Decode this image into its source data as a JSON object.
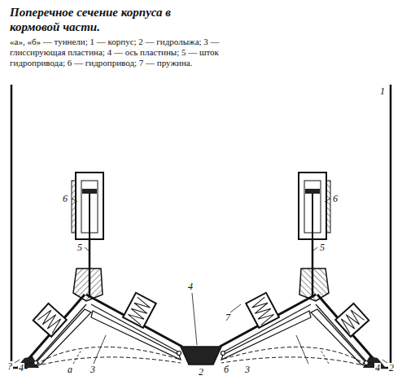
{
  "diagram": {
    "title": "Поперечное сечение корпуса в кормовой части.",
    "caption": "«а», «б» — туннели; 1 — корпус; 2 — гидролыжа; 3 — глиссирующая пластина; 4 — ось пластины; 5 — шток гидропривода; 6 — гидропривод; 7 — пружина.",
    "labels": [
      "1",
      "6",
      "5",
      "6",
      "5",
      "7",
      "4",
      "?",
      "4",
      "а",
      "3",
      "2",
      "б",
      "3",
      "4",
      "2"
    ]
  }
}
